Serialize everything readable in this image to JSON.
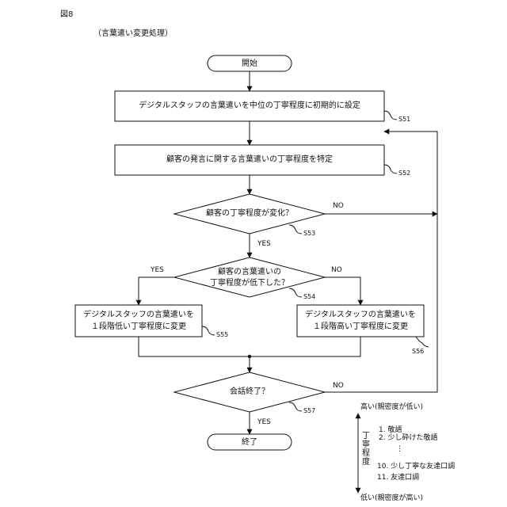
{
  "figure_label": "図8",
  "process_title": "（言葉遣い変更処理）",
  "nodes": {
    "start": "開始",
    "s51": "デジタルスタッフの言葉遣いを中位の丁寧程度に初期的に設定",
    "s52": "顧客の発言に関する言葉遣いの丁寧程度を特定",
    "s53": "顧客の丁寧程度が変化？",
    "s54_line1": "顧客の言葉遣いの",
    "s54_line2": "丁寧程度が低下した？",
    "s55_line1": "デジタルスタッフの言葉遣いを",
    "s55_line2": "１段階低い丁寧程度に変更",
    "s56_line1": "デジタルスタッフの言葉遣いを",
    "s56_line2": "１段階高い丁寧程度に変更",
    "s57": "会話終了？",
    "end": "終了"
  },
  "step_labels": {
    "s51": "S51",
    "s52": "S52",
    "s53": "S53",
    "s54": "S54",
    "s55": "S55",
    "s56": "S56",
    "s57": "S57"
  },
  "branch_labels": {
    "s53_no": "NO",
    "s53_yes": "YES",
    "s54_yes": "YES",
    "s54_no": "NO",
    "s57_no": "NO",
    "s57_yes": "YES"
  },
  "legend": {
    "top": "高い(親密度が低い)",
    "bottom": "低い(親密度が高い)",
    "axis_label": "丁寧程度",
    "items": [
      "1.  敬語",
      "2.  少し砕けた敬語",
      "⋮",
      "10.  少し丁寧な友達口調",
      "11.  友達口調"
    ]
  }
}
